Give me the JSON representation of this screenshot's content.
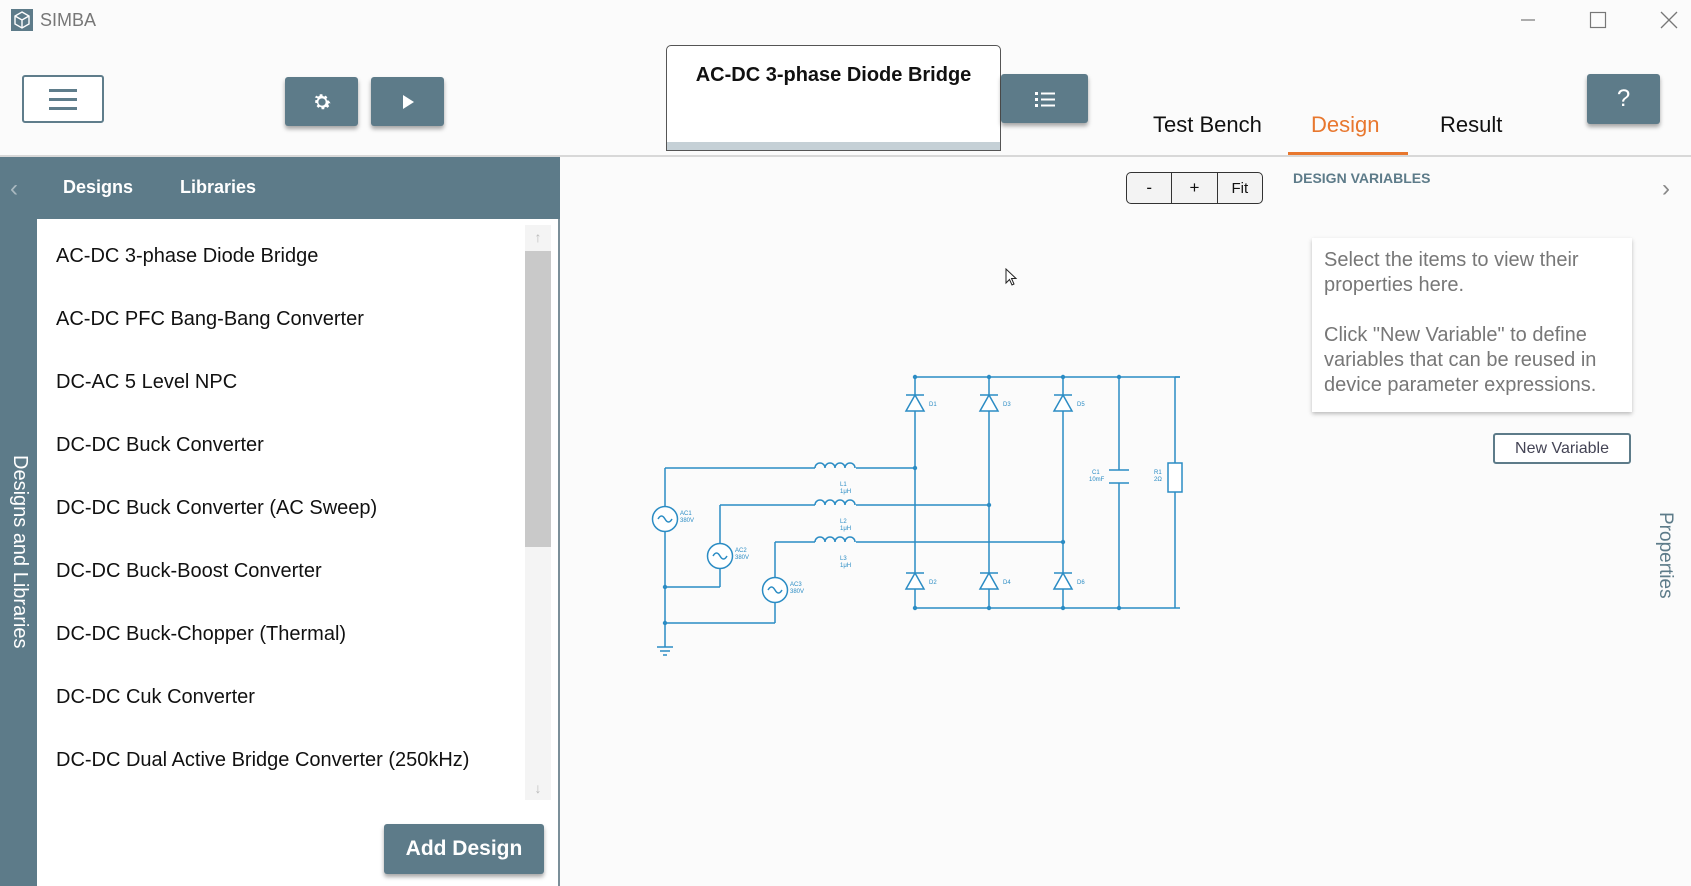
{
  "app": {
    "title": "SIMBA",
    "window_controls": [
      "minimize-icon",
      "maximize-icon",
      "close-icon"
    ]
  },
  "toolbar": {
    "menu_icon": "hamburger-icon",
    "settings_icon": "gear-icon",
    "run_icon": "play-icon",
    "design_title": "AC-DC 3-phase Diode Bridge",
    "list_icon": "list-icon",
    "help_label": "?"
  },
  "tabs": [
    {
      "label": "Test Bench",
      "active": false
    },
    {
      "label": "Design",
      "active": true
    },
    {
      "label": "Result",
      "active": false
    }
  ],
  "left_panel": {
    "rail_label": "Designs and Libraries",
    "tabs": [
      "Designs",
      "Libraries"
    ],
    "designs": [
      "AC-DC 3-phase Diode Bridge",
      "AC-DC PFC Bang-Bang Converter",
      "DC-AC 5 Level NPC",
      "DC-DC Buck Converter",
      "DC-DC Buck Converter (AC Sweep)",
      "DC-DC Buck-Boost Converter",
      "DC-DC Buck-Chopper (Thermal)",
      "DC-DC Cuk Converter",
      "DC-DC Dual Active Bridge Converter (250kHz)"
    ],
    "add_button": "Add Design"
  },
  "canvas": {
    "zoom": [
      "-",
      "+",
      "Fit"
    ],
    "schematic_labels": {
      "sources": [
        {
          "name": "AC1",
          "value": "380V"
        },
        {
          "name": "AC2",
          "value": "380V"
        },
        {
          "name": "AC3",
          "value": "380V"
        }
      ],
      "inductors": [
        {
          "name": "L1",
          "value": "1μH"
        },
        {
          "name": "L2",
          "value": "1μH"
        },
        {
          "name": "L3",
          "value": "1μH"
        }
      ],
      "diodes": [
        "D1",
        "D3",
        "D5",
        "D2",
        "D4",
        "D6"
      ],
      "capacitor": {
        "name": "C1",
        "value": "10mF"
      },
      "resistor": {
        "name": "R1",
        "value": "2Ω"
      }
    }
  },
  "right_panel": {
    "title": "DESIGN VARIABLES",
    "info_line1": "Select the items to view their properties here.",
    "info_line2": "Click \"New Variable\" to define variables that can be reused in device parameter expressions.",
    "new_variable_button": "New Variable",
    "side_label": "Properties"
  },
  "colors": {
    "primary": "#5d7b89",
    "accent": "#e8772e",
    "wire": "#2b8cc4"
  }
}
